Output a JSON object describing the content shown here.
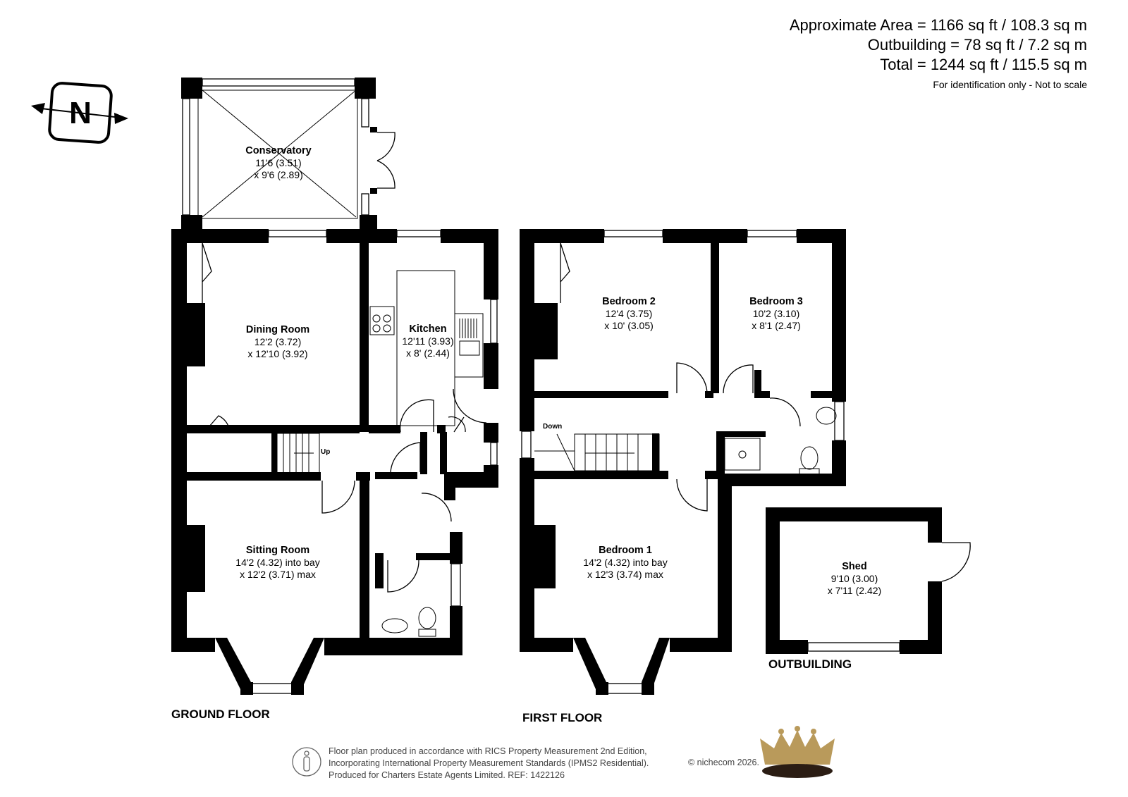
{
  "summary": {
    "approx_area": "Approximate Area = 1166 sq ft / 108.3 sq m",
    "outbuilding_area": "Outbuilding = 78 sq ft / 7.2 sq m",
    "total_area": "Total = 1244 sq ft / 115.5 sq m",
    "note": "For identification only - Not to scale"
  },
  "compass": {
    "letter": "N",
    "icon": "north-arrow-icon"
  },
  "rooms": {
    "conservatory": {
      "name": "Conservatory",
      "dim1": "11'6 (3.51)",
      "dim2": "x 9'6 (2.89)"
    },
    "dining": {
      "name": "Dining Room",
      "dim1": "12'2 (3.72)",
      "dim2": "x 12'10 (3.92)"
    },
    "kitchen": {
      "name": "Kitchen",
      "dim1": "12'11 (3.93)",
      "dim2": "x 8' (2.44)"
    },
    "sitting": {
      "name": "Sitting Room",
      "dim1": "14'2 (4.32) into bay",
      "dim2": "x 12'2 (3.71) max"
    },
    "bed2": {
      "name": "Bedroom 2",
      "dim1": "12'4 (3.75)",
      "dim2": "x 10' (3.05)"
    },
    "bed3": {
      "name": "Bedroom 3",
      "dim1": "10'2 (3.10)",
      "dim2": "x 8'1 (2.47)"
    },
    "bed1": {
      "name": "Bedroom 1",
      "dim1": "14'2 (4.32) into bay",
      "dim2": "x 12'3 (3.74) max"
    },
    "shed": {
      "name": "Shed",
      "dim1": "9'10 (3.00)",
      "dim2": "x 7'11 (2.42)"
    }
  },
  "stairs": {
    "up": "Up",
    "down": "Down"
  },
  "floors": {
    "ground": "GROUND FLOOR",
    "first": "FIRST FLOOR",
    "outbuilding": "OUTBUILDING"
  },
  "footer": {
    "line1": "Floor plan produced in accordance with RICS Property Measurement 2nd Edition,",
    "line2": "Incorporating International Property Measurement Standards (IPMS2 Residential).",
    "line3": "Produced for Charters Estate Agents Limited.   REF: 1422126",
    "copyright": "© nichecom 2026."
  },
  "colors": {
    "wall": "#000000",
    "logo_gold": "#b99a5b",
    "footer_text": "#444444"
  }
}
